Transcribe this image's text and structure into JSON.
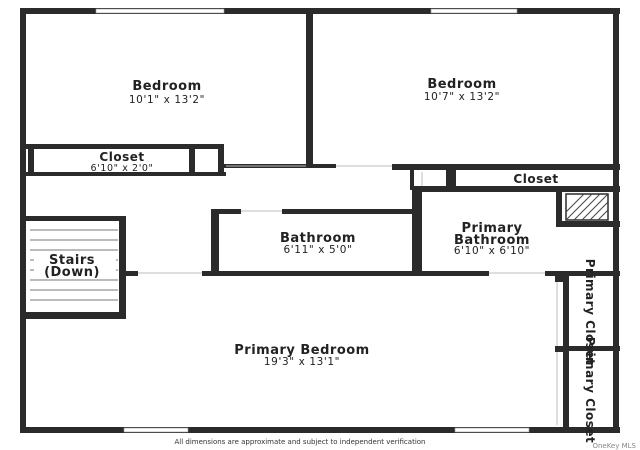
{
  "rooms": {
    "bedroom_1": {
      "name": "Bedroom",
      "dims": "10'1\" x 13'2\""
    },
    "bedroom_2": {
      "name": "Bedroom",
      "dims": "10'7\" x 13'2\""
    },
    "closet_1": {
      "name": "Closet",
      "dims": "6'10\" x 2'0\""
    },
    "closet_2": {
      "name": "Closet"
    },
    "bathroom": {
      "name": "Bathroom",
      "dims": "6'11\" x 5'0\""
    },
    "primary_bathroom": {
      "name_line1": "Primary",
      "name_line2": "Bathroom",
      "dims": "6'10\" x 6'10\""
    },
    "stairs": {
      "name_line1": "Stairs",
      "name_line2": "(Down)"
    },
    "primary_bedroom": {
      "name": "Primary Bedroom",
      "dims": "19'3\" x 13'1\""
    },
    "primary_closet_1": {
      "name": "Primary Closet"
    },
    "primary_closet_2": {
      "name": "Primary Closet"
    }
  },
  "footer": {
    "disclaimer": "All dimensions are approximate and subject to independent verification",
    "brand": "OneKey MLS"
  },
  "colors": {
    "wall": "#2b2b2b",
    "background": "#ffffff",
    "window": "#ffffff"
  }
}
